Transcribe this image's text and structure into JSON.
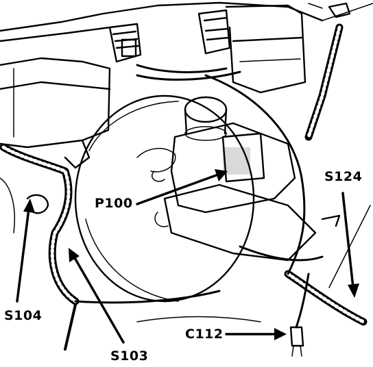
{
  "callouts": {
    "p100": "P100",
    "s124": "S124",
    "s104": "S104",
    "s103": "S103",
    "c112": "C112"
  },
  "colors": {
    "ink": "#000000",
    "paper": "#ffffff"
  },
  "icons": {
    "callout_pointer": "arrow"
  }
}
